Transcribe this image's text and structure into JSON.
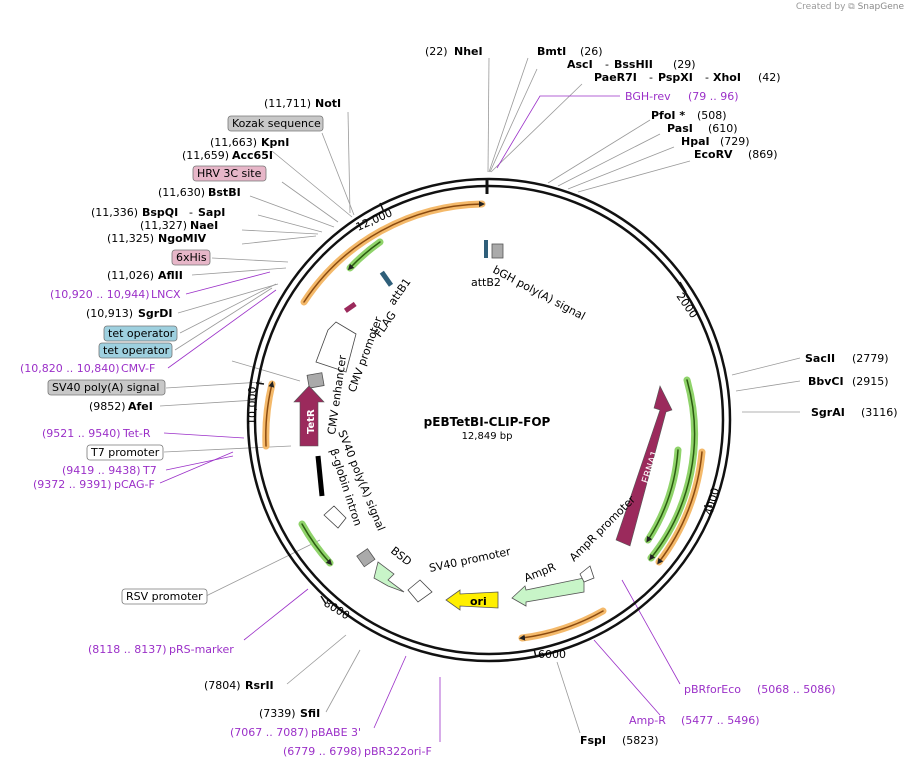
{
  "credit": {
    "prefix": "Created by",
    "brand": "SnapGene"
  },
  "plasmid": {
    "name": "pEBTetBI-CLIP-FOP",
    "size": "12,849 bp"
  },
  "ticks": [
    "2000",
    "4000",
    "6000",
    "8000",
    "10,000",
    "12,000"
  ],
  "enzymes_top": [
    {
      "pos": "(22)",
      "name": "NheI"
    },
    {
      "name": "BmtI",
      "pos": "(26)"
    },
    {
      "name": "AscI",
      "name2": "BssHII",
      "pos": "(29)"
    },
    {
      "name": "PaeR7I",
      "name2": "PspXI",
      "name3": "XhoI",
      "pos": "(42)"
    },
    {
      "name": "PfoI *",
      "pos": "(508)"
    },
    {
      "name": "PasI",
      "pos": "(610)"
    },
    {
      "name": "HpaI",
      "pos": "(729)"
    },
    {
      "name": "EcoRV",
      "pos": "(869)"
    }
  ],
  "enzymes_right": [
    {
      "name": "SacII",
      "pos": "(2779)"
    },
    {
      "name": "BbvCI",
      "pos": "(2915)"
    },
    {
      "name": "SgrAI",
      "pos": "(3116)"
    }
  ],
  "enzymes_left": [
    {
      "pos": "(11,711)",
      "name": "NotI"
    },
    {
      "pos": "(11,663)",
      "name": "KpnI"
    },
    {
      "pos": "(11,659)",
      "name": "Acc65I"
    },
    {
      "pos": "(11,630)",
      "name": "BstBI"
    },
    {
      "pos": "(11,336)",
      "name": "BspQI",
      "name2": "SapI"
    },
    {
      "pos": "(11,327)",
      "name": "NaeI"
    },
    {
      "pos": "(11,325)",
      "name": "NgoMIV"
    },
    {
      "pos": "(11,026)",
      "name": "AflII"
    },
    {
      "pos": "(10,913)",
      "name": "SgrDI"
    },
    {
      "pos": "(9852)",
      "name": "AfeI"
    }
  ],
  "enzymes_bottom": [
    {
      "pos": "(7804)",
      "name": "RsrII"
    },
    {
      "pos": "(7339)",
      "name": "SfiI"
    },
    {
      "name": "FspI",
      "pos": "(5823)"
    }
  ],
  "primers": [
    {
      "name": "BGH-rev",
      "range": "(79 .. 96)"
    },
    {
      "range": "(10,920 .. 10,944)",
      "name": "LNCX"
    },
    {
      "range": "(10,820 .. 10,840)",
      "name": "CMV-F"
    },
    {
      "range": "(9521 .. 9540)",
      "name": "Tet-R"
    },
    {
      "range": "(9419 .. 9438)",
      "name": "T7"
    },
    {
      "range": "(9372 .. 9391)",
      "name": "pCAG-F"
    },
    {
      "range": "(8118 .. 8137)",
      "name": "pRS-marker"
    },
    {
      "range": "(7067 .. 7087)",
      "name": "pBABE 3'"
    },
    {
      "range": "(6779 .. 6798)",
      "name": "pBR322ori-F"
    },
    {
      "name": "pBRforEco",
      "range": "(5068 .. 5086)"
    },
    {
      "name": "Amp-R",
      "range": "(5477 .. 5496)"
    }
  ],
  "boxed_labels": {
    "kozak": "Kozak sequence",
    "hrv": "HRV 3C site",
    "his": "6xHis",
    "tetop1": "tet operator",
    "tetop2": "tet operator",
    "sv40pa": "SV40 poly(A) signal",
    "t7": "T7 promoter",
    "rsv": "RSV promoter"
  },
  "features": {
    "bgh": "bGH poly(A) signal",
    "attb2": "attB2",
    "attb1": "attB1",
    "flag": "FLAG",
    "cmvprom": "CMV promoter",
    "cmvenh": "CMV enhancer",
    "tetr": "TetR",
    "sv40pa_in": "SV40 poly(A) signal",
    "bglobin": "β-globin intron",
    "bsd": "BSD",
    "sv40prom": "SV40 promoter",
    "ori": "ori",
    "ampr": "AmpR",
    "amprprom": "AmpR promoter",
    "ebna1": "EBNA1"
  },
  "colors": {
    "primer": "#9b30c8",
    "enzyme_line": "#999999",
    "orange_orf": "#f4b96a",
    "green_orf": "#8fd36a",
    "tetr": "#9b2a5c",
    "ori": "#ffef00",
    "marker": "#c8f5c8",
    "tet_operator_box": "#9ed0df",
    "protag_box": "#e7b6c8",
    "misc_box": "#c8c8c8"
  }
}
